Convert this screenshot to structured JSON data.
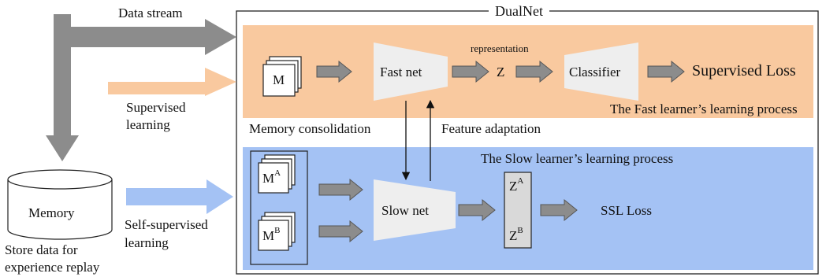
{
  "frame": {
    "title": "DualNet"
  },
  "inputs": {
    "data_stream": "Data stream",
    "supervised": [
      "Supervised",
      "learning"
    ],
    "self_supervised": [
      "Self-supervised",
      "learning"
    ]
  },
  "memory": {
    "label": "Memory",
    "caption": [
      "Store data for",
      "experience replay"
    ]
  },
  "fast_panel": {
    "memory_stack": "M",
    "net": "Fast net",
    "representation": "representation",
    "z": "Z",
    "classifier": "Classifier",
    "loss": "Supervised Loss",
    "title": "The Fast learner’s learning process"
  },
  "between": {
    "memory_consolidation": "Memory consolidation",
    "feature_adaptation": "Feature adaptation"
  },
  "slow_panel": {
    "title": "The Slow learner’s learning process",
    "stack_a": {
      "base": "M",
      "sup": "A"
    },
    "stack_b": {
      "base": "M",
      "sup": "B"
    },
    "net": "Slow net",
    "z_a": {
      "base": "Z",
      "sup": "A"
    },
    "z_b": {
      "base": "Z",
      "sup": "B"
    },
    "loss": "SSL Loss"
  },
  "colors": {
    "fast_bg": "#f9c99f",
    "slow_bg": "#a4c2f4",
    "gray_arrow": "#8c8c8c",
    "orange_arrow": "#f9c99f",
    "blue_arrow": "#a4c2f4",
    "net_fill": "#eeeeee",
    "z_fill": "#d9d9d9"
  }
}
